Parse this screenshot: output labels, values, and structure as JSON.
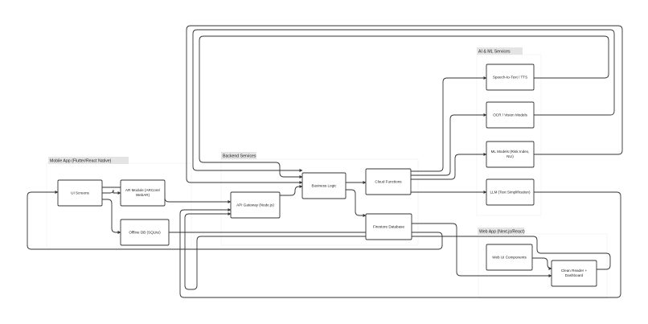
{
  "groups": {
    "mobile": {
      "label": "Mobile App (Flutter/React Native)"
    },
    "backend": {
      "label": "Backend Services"
    },
    "ai": {
      "label": "AI & ML Services"
    },
    "web": {
      "label": "Web App (Next.js/React)"
    }
  },
  "nodes": {
    "ui_screens": {
      "label": [
        "UI Screens"
      ]
    },
    "ar_module": {
      "label": [
        "AR Module (ARCore/",
        "WebAR)"
      ]
    },
    "offline_db": {
      "label": [
        "Offline DB (SQLite)"
      ]
    },
    "api_gateway": {
      "label": [
        "API Gateway (Node.js)"
      ]
    },
    "business_logic": {
      "label": [
        "Business Logic"
      ]
    },
    "cloud_functions": {
      "label": [
        "Cloud Functions"
      ]
    },
    "firestore": {
      "label": [
        "Firestore Database"
      ]
    },
    "speech": {
      "label": [
        "Speech-to-Text / TTS"
      ]
    },
    "ocr": {
      "label": [
        "OCR / Vision Models"
      ]
    },
    "ml_models": {
      "label": [
        "ML Models (Risk Index,",
        "NLI)"
      ]
    },
    "llm": {
      "label": [
        "LLM (Text Simplification)"
      ]
    },
    "web_ui": {
      "label": [
        "Web UI Components"
      ]
    },
    "clean_reader": {
      "label": [
        "Clean Reader +",
        "Dashboard"
      ]
    }
  }
}
